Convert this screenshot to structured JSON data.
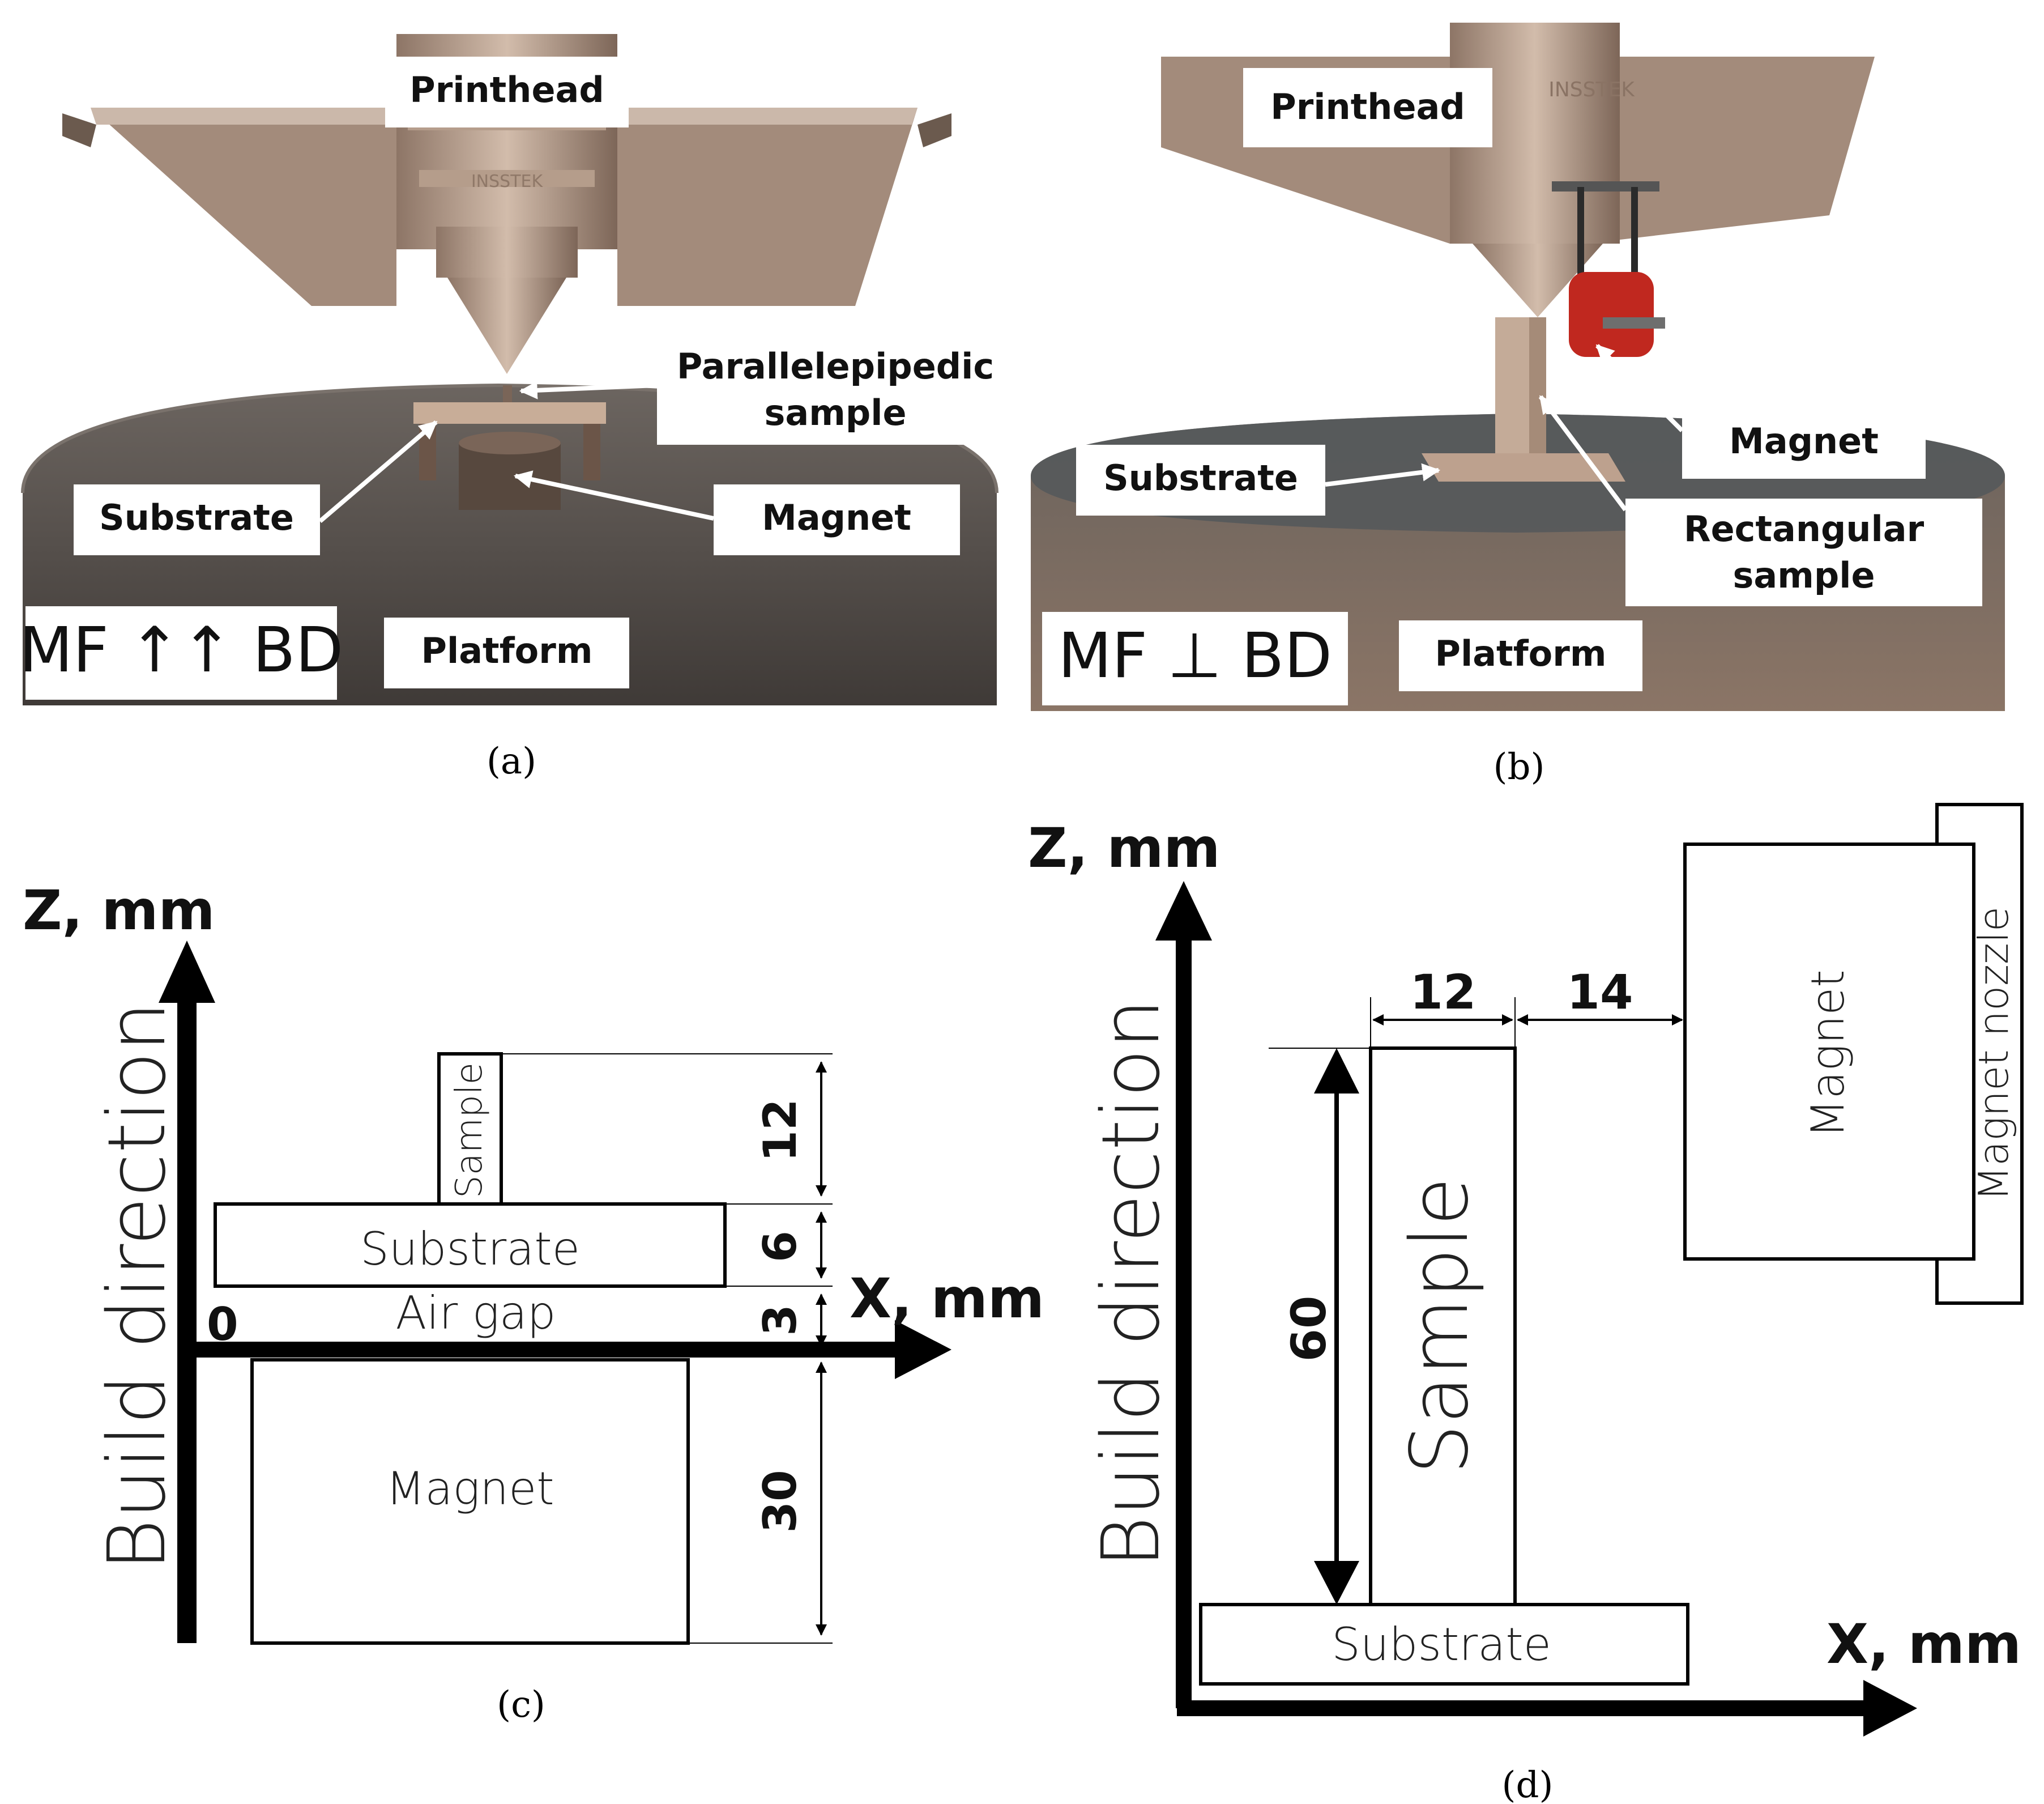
{
  "panel_a": {
    "caption": "(a)",
    "printhead": "Printhead",
    "sample_line1": "Parallelepipedic",
    "sample_line2": "sample",
    "substrate": "Substrate",
    "magnet": "Magnet",
    "platform": "Platform",
    "orientation": "MF ↑↑ BD"
  },
  "panel_b": {
    "caption": "(b)",
    "printhead": "Printhead",
    "brand": "INSSTEK",
    "magnet": "Magnet",
    "substrate": "Substrate",
    "sample_line1": "Rectangular",
    "sample_line2": "sample",
    "platform": "Platform",
    "orientation": "MF ⊥ BD"
  },
  "panel_c": {
    "caption": "(c)",
    "z_axis": "Z, mm",
    "x_axis": "X, mm",
    "build_direction": "Build direction",
    "origin": "0",
    "sample": "Sample",
    "substrate": "Substrate",
    "air_gap": "Air gap",
    "magnet": "Magnet",
    "dim_sample": "12",
    "dim_substrate": "6",
    "dim_gap": "3",
    "dim_magnet": "30"
  },
  "panel_d": {
    "caption": "(d)",
    "z_axis": "Z, mm",
    "x_axis": "X, mm",
    "build_direction": "Build direction",
    "sample": "Sample",
    "substrate": "Substrate",
    "magnet": "Magnet",
    "magnet_nozzle": "Magnet nozzle",
    "dim_width": "12",
    "dim_gap": "14",
    "dim_height": "60"
  },
  "colors": {
    "platform": "#5f5853",
    "printhead": "#a88e7d",
    "magnet_red": "#c0281f",
    "sample_metal": "#c4ab98"
  }
}
